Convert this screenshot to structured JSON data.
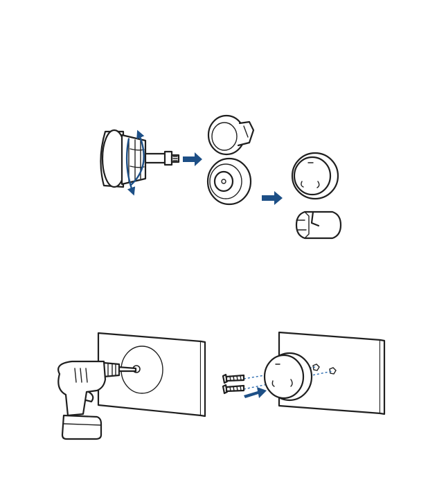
{
  "figure": {
    "steps": [
      "detach-mount-from-camera",
      "separate-mount-parts",
      "drill-wall-hole",
      "screw-mount-to-wall"
    ]
  },
  "colors": {
    "accent": "#1d4f86",
    "outline": "#1f1f1f",
    "dashed_guide": "#2a6bb0",
    "background": "#ffffff"
  },
  "icons": [
    "rotate-arrow-icon",
    "right-arrow-icon",
    "push-arrow-icon"
  ]
}
